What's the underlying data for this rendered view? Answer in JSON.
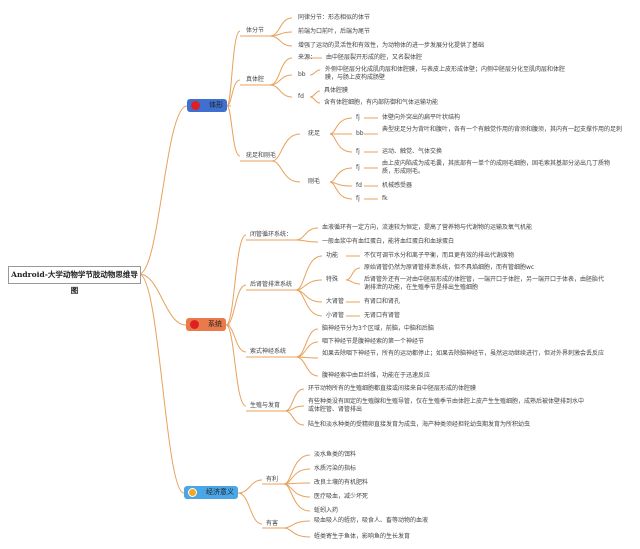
{
  "root": "Android-大学动物学节肢动物思维导图",
  "colors": {
    "line_orange": "#e8a15a",
    "node_blue": "#3f6fd0",
    "node_orange": "#e87a4c",
    "node_lightblue": "#4aa6e6"
  },
  "icons": {
    "topic1": "red-dot-icon",
    "topic2": "red-dot-icon",
    "topic3": "orange-star-icon"
  },
  "t1": {
    "label": "体形",
    "tifenjie": {
      "label": "体分节",
      "items": [
        "同律分节：形态相似的体节",
        "前端为口前叶，后端为尾节",
        "增强了运动的灵活性和有效性，为动物体的进一步发展分化提供了基础"
      ]
    },
    "tiqiang": {
      "label": "真体腔",
      "laiyuan": "来源：",
      "laiyuan_text": "由中胚层裂开形成的腔，又名裂体腔",
      "bb": "bb",
      "bb_text": "外侧中胚层分化成肌肉层和体腔膜，与表皮上皮形成体壁；内侧中胚层分化至肌肉层和体腔膜，与肠上皮构成肠壁",
      "fd": "fd",
      "fd_items": [
        "具体腔膜",
        "含有体腔细胞，有内部防御和气体运输功能"
      ]
    },
    "zumao": {
      "label": "疣足和刚毛",
      "ce": {
        "label": "疣足",
        "f1": "fj",
        "f1_text": "体壁向外突出的扁平叶状结构",
        "bb": "bb",
        "bb_text": "典型疣足分为背叶和腹叶，各有一个有触觉作用的背须和腹须，其内有一起支撑作用的足刺",
        "f2": "fj",
        "f2_text": "运动、触觉、气体交换"
      },
      "gang": {
        "label": "刚毛",
        "f1": "fj",
        "f1_text": "由上皮内陷成为成毛囊，其底部有一单个的成刚毛细胞，固毛索其基部分泌出几丁质物质，形成刚毛。",
        "fd": "fd",
        "fd_text": "机械感受器",
        "f2": "fj",
        "f2_text": "fk"
      }
    }
  },
  "t2": {
    "label": "系统",
    "xunhuan": {
      "label": "闭管循环系统：",
      "items": [
        "血液循环有一定方向，流速较为恒定，提高了营养物与代谢物的运输及氧气机能",
        "一般血浆中有血红蛋白，能将血红蛋白和血球蛋白"
      ]
    },
    "paixie": {
      "label": "后肾管排泄系统",
      "gongneng": "功能",
      "gongneng_items": [
        "不仅可调节水分和离子平衡，而且更有效的排出代谢废物"
      ],
      "tedian": "特殊",
      "tedian_items": [
        "原始肾管仍然为原肾管排泄系统，但不具焰细胞，而有管细胞wc",
        "后肾管外还有一对由中胚层形成的体腔管，一端开口于体腔，另一端开口于体表，由胚胎代谢排泄的功能，在生殖季节是排出生殖细胞"
      ],
      "dahou": "大肾管",
      "dahou_text": "有肾口和肾孔",
      "xiaohou": "小肾管",
      "xiaohou_text": "无肾口有肾管"
    },
    "shenjing": {
      "label": "索式神经系统",
      "items": [
        "脑神经节分为3个区域，前脑，中脑和后脑",
        "咽下神经节是腹神经索的第一个神经节",
        "如果去除咽下神经节，所有的运动都停止；如果去除脑神经节，虽然运动继续进行，但对外界刺激会丢反应",
        "腹神经索中由巨纤维，功能在于迅速反应"
      ]
    },
    "shengzhi": {
      "label": "生殖与发育",
      "items": [
        "环节动物所有的生殖细胞都直接或间接来自中胚层形成的体腔膜",
        "有些种类没有固定的生殖腺和生殖导管，仅在生殖季节由体腔上皮产生生殖细胞，成熟后被体壁排到水中或体腔管、肾管排出",
        "陆生和淡水种类的受精卵直接发育为成虫，海产种类须经担轮幼虫期发育为所积幼虫"
      ]
    }
  },
  "t3": {
    "label": "经济意义",
    "youli": {
      "label": "有利",
      "items": [
        "淡水鱼类的饵料",
        "水质污染的指标",
        "改良土壤的有机肥料",
        "医疗吸血，减少坏死",
        "蚯蚓入药"
      ]
    },
    "youhai": {
      "label": "有害",
      "items": [
        "吸血吸人的蛭疠，吸食人、畜等动物的血液",
        "蛭类寄生于鱼体，影响鱼的生长发育"
      ]
    }
  }
}
